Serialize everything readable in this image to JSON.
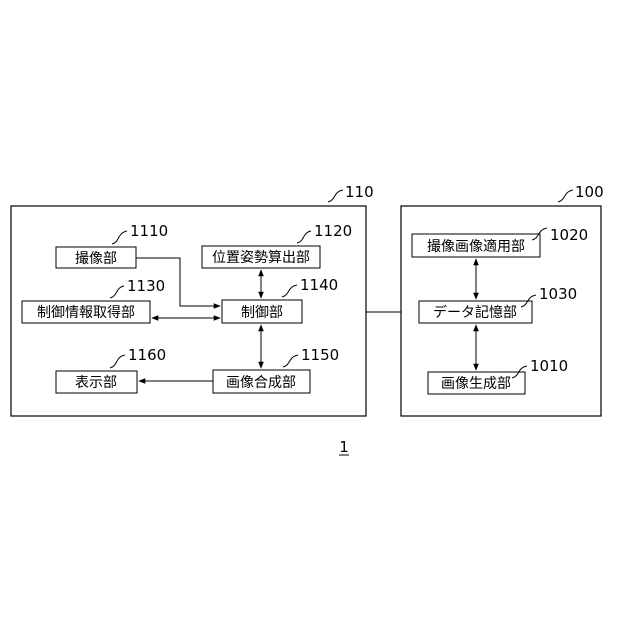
{
  "figure_number": "1",
  "devices": [
    {
      "id": "dev110",
      "ref": "110"
    },
    {
      "id": "dev100",
      "ref": "100"
    }
  ],
  "blocks": [
    {
      "id": "b1110",
      "label": "撮像部",
      "ref": "1110"
    },
    {
      "id": "b1120",
      "label": "位置姿勢算出部",
      "ref": "1120"
    },
    {
      "id": "b1130",
      "label": "制御情報取得部",
      "ref": "1130"
    },
    {
      "id": "b1140",
      "label": "制御部",
      "ref": "1140"
    },
    {
      "id": "b1150",
      "label": "画像合成部",
      "ref": "1150"
    },
    {
      "id": "b1160",
      "label": "表示部",
      "ref": "1160"
    },
    {
      "id": "b1020",
      "label": "撮像画像適用部",
      "ref": "1020"
    },
    {
      "id": "b1030",
      "label": "データ記憶部",
      "ref": "1030"
    },
    {
      "id": "b1010",
      "label": "画像生成部",
      "ref": "1010"
    }
  ]
}
